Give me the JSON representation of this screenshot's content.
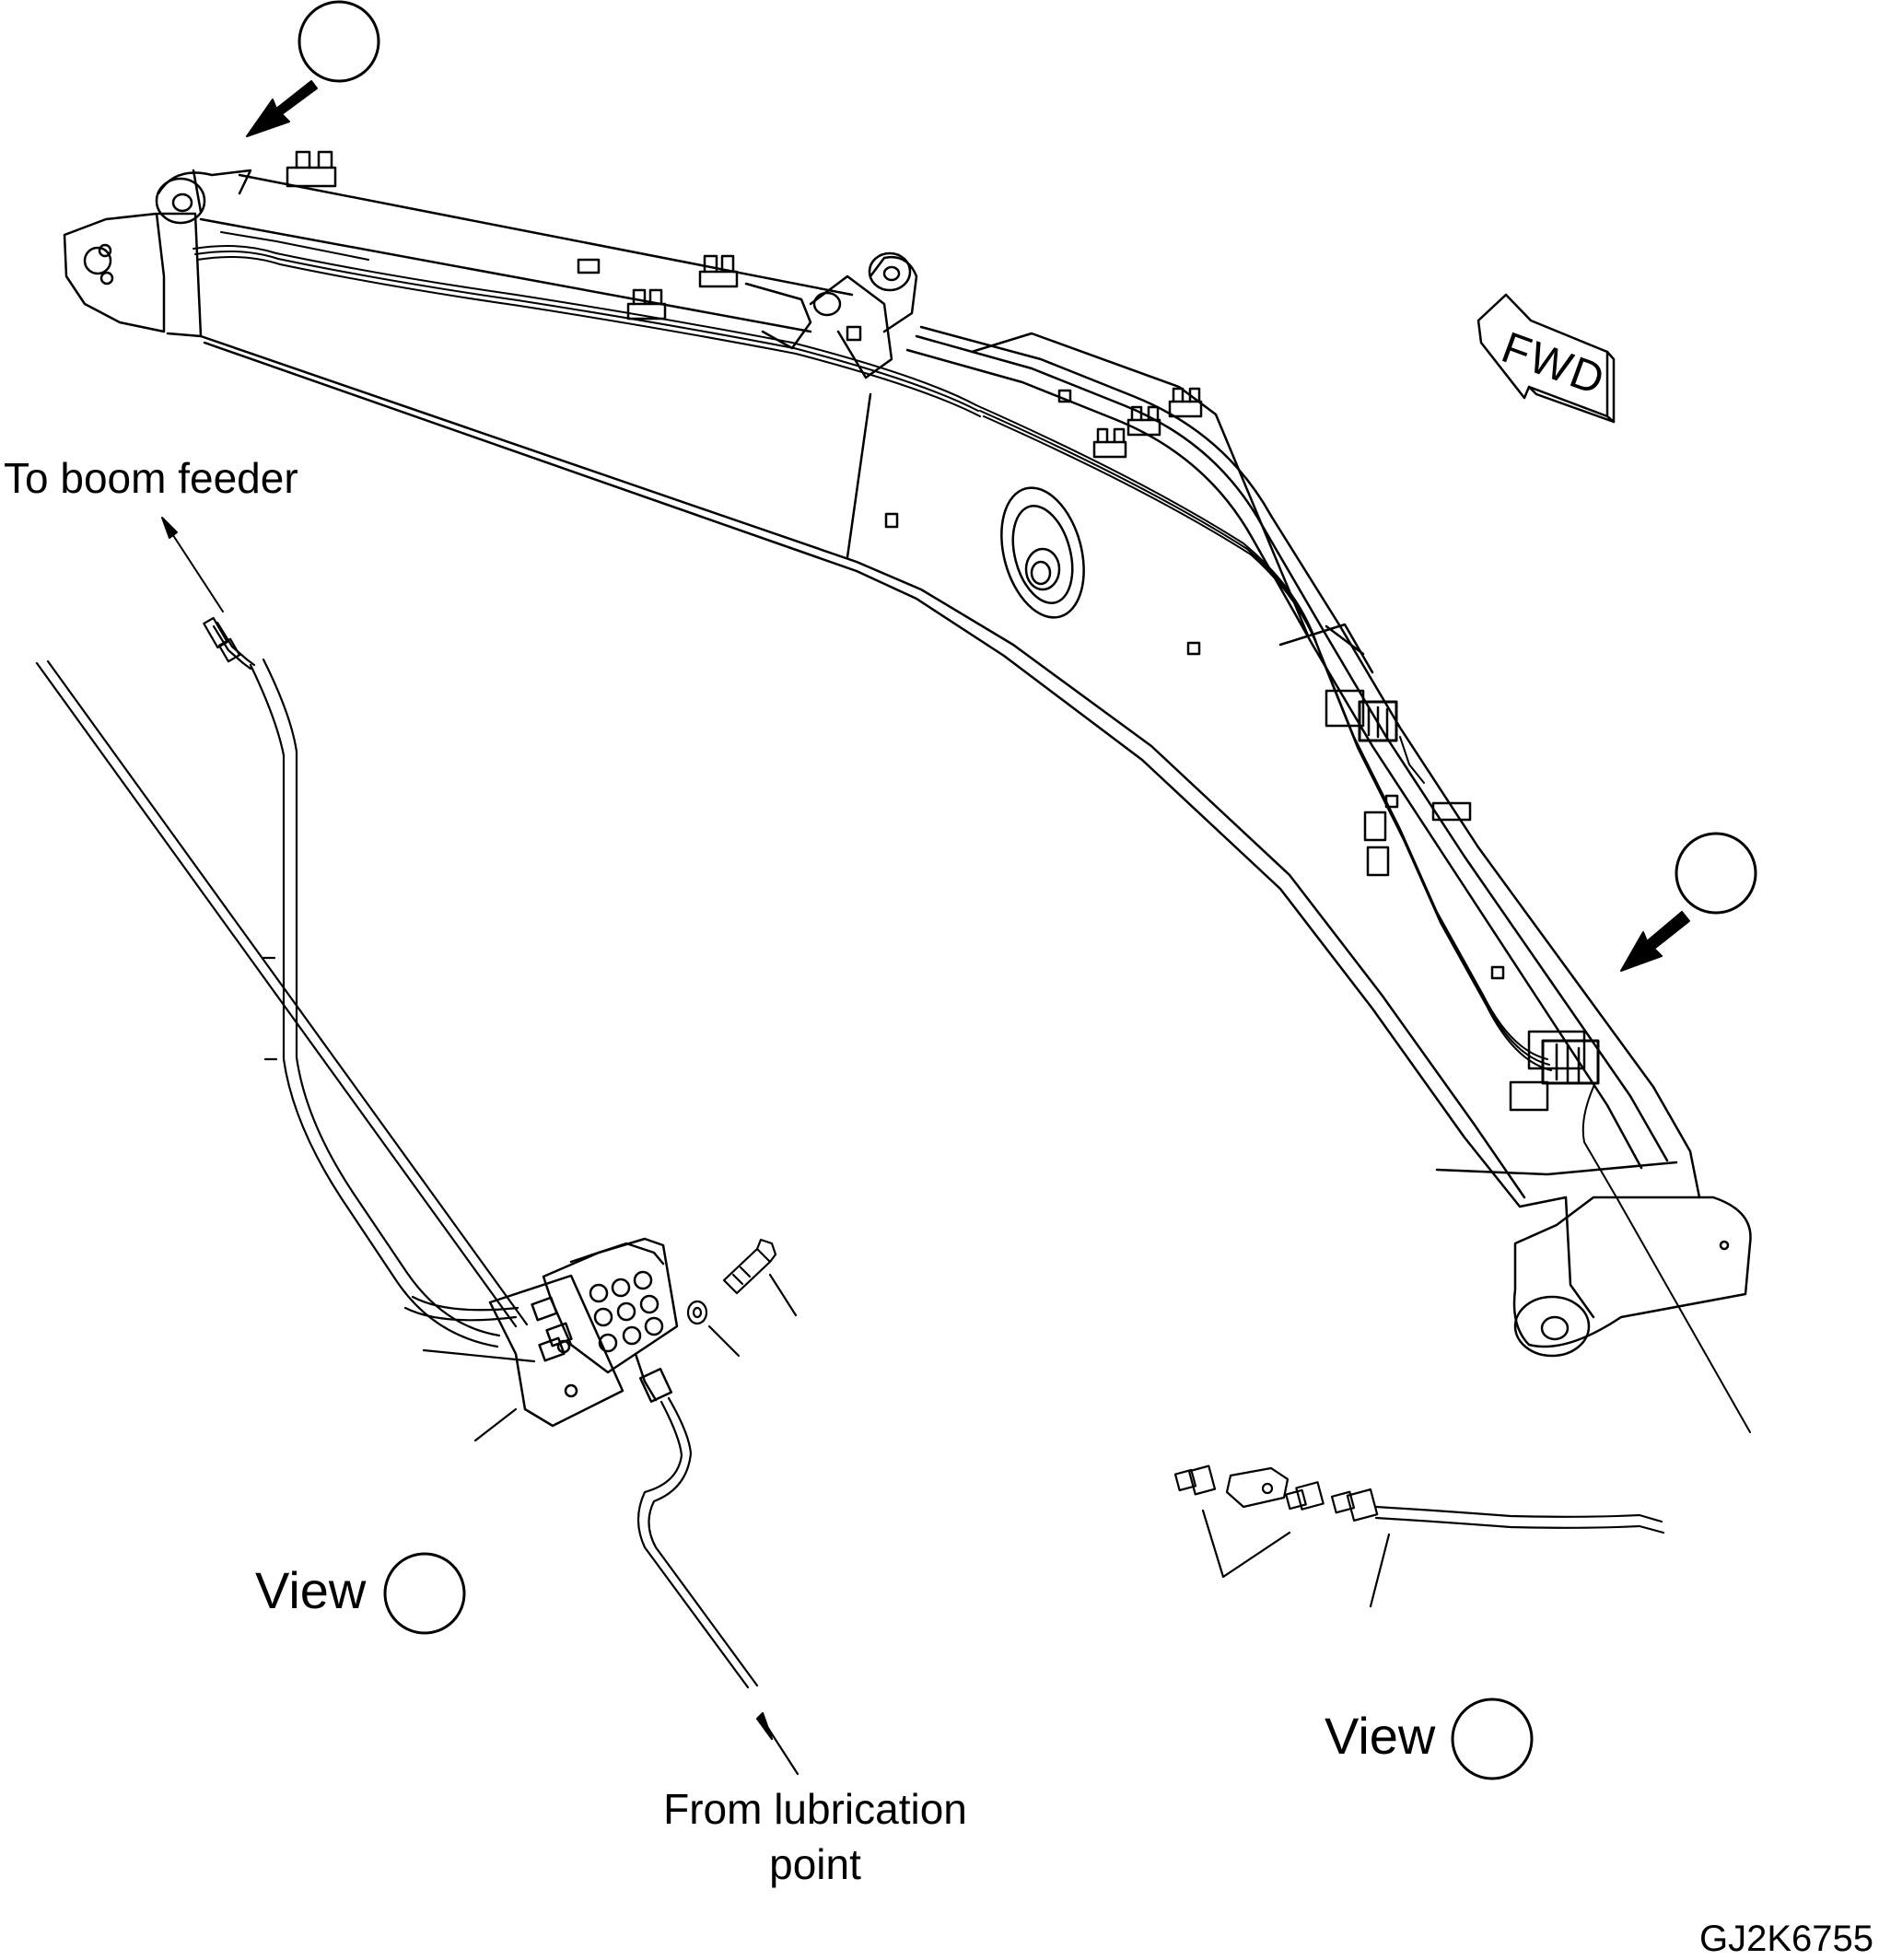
{
  "labels": {
    "to_boom_feeder": "To boom feeder",
    "view_1": "View",
    "view_2": "View",
    "from_lubrication_point": "From lubrication point",
    "fwd": "FWD",
    "drawing_code": "GJ2K6755"
  }
}
